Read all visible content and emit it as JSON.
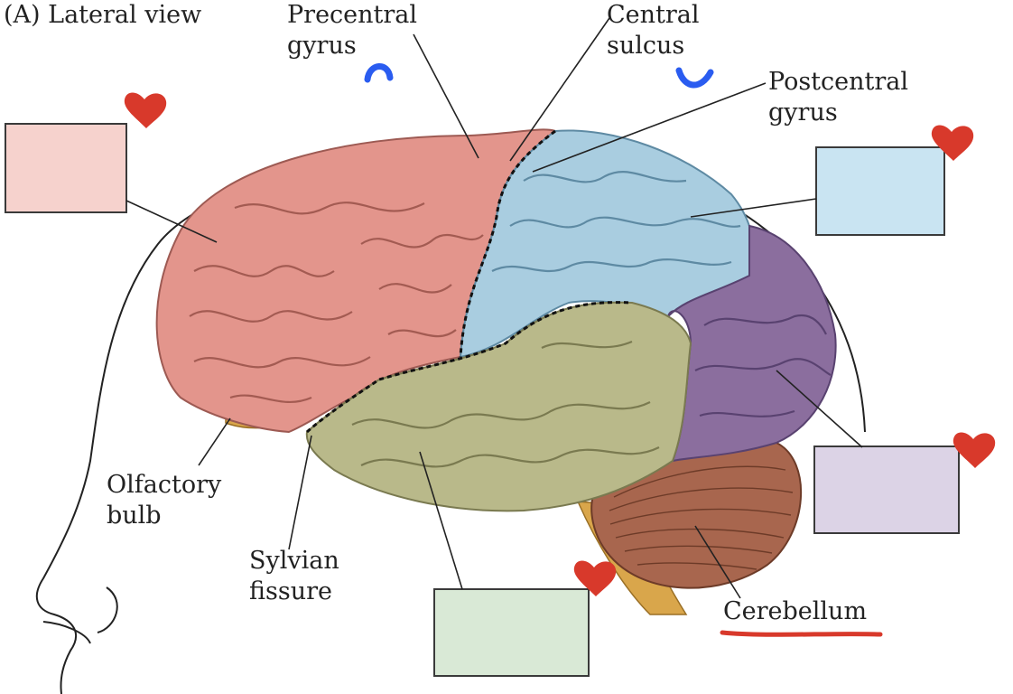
{
  "view_label": "(A)  Lateral view",
  "labels": {
    "precentral_1": "Precentral",
    "precentral_2": "gyrus",
    "central_1": "Central",
    "central_2": "sulcus",
    "postcentral_1": "Postcentral",
    "postcentral_2": "gyrus",
    "olfactory_1": "Olfactory",
    "olfactory_2": "bulb",
    "sylvian_1": "Sylvian",
    "sylvian_2": "fissure",
    "cerebellum": "Cerebellum"
  },
  "lobe_colors": {
    "frontal": "#e3958c",
    "parietal": "#a9cde0",
    "temporal": "#b9b98a",
    "occipital": "#8b6e9e",
    "cerebellum": "#a8664e",
    "brainstem": "#d9a64b"
  },
  "blank_boxes": [
    {
      "name": "frontal-label-box",
      "fill": "#f6d2cd"
    },
    {
      "name": "parietal-label-box",
      "fill": "#c9e4f2"
    },
    {
      "name": "occipital-label-box",
      "fill": "#dcd3e6"
    },
    {
      "name": "temporal-label-box",
      "fill": "#d9e9d6"
    }
  ],
  "annotation_colors": {
    "heart": "#d8392b",
    "arc": "#2a5cf0",
    "underline": "#d8392b"
  }
}
